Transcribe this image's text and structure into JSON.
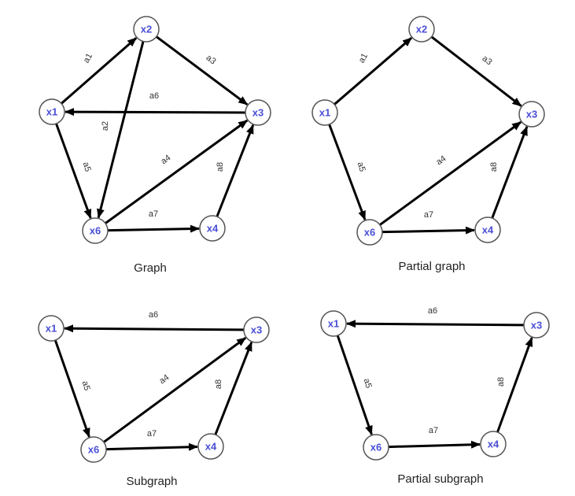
{
  "colors": {
    "node_stroke": "#555555",
    "node_fill": "#ffffff",
    "node_label": "#4a4fd6",
    "edge": "#000000",
    "edge_label": "#333333"
  },
  "panels": [
    {
      "caption": "Graph",
      "nodes": [
        "x1",
        "x2",
        "x3",
        "x4",
        "x6"
      ],
      "edges": [
        {
          "label": "a1",
          "from": "x1",
          "to": "x2"
        },
        {
          "label": "a2",
          "from": "x2",
          "to": "x6"
        },
        {
          "label": "a3",
          "from": "x2",
          "to": "x3"
        },
        {
          "label": "a4",
          "from": "x6",
          "to": "x3"
        },
        {
          "label": "a5",
          "from": "x1",
          "to": "x6"
        },
        {
          "label": "a6",
          "from": "x3",
          "to": "x1"
        },
        {
          "label": "a7",
          "from": "x6",
          "to": "x4"
        },
        {
          "label": "a8",
          "from": "x4",
          "to": "x3"
        }
      ]
    },
    {
      "caption": "Partial graph",
      "nodes": [
        "x1",
        "x2",
        "x3",
        "x4",
        "x6"
      ],
      "edges": [
        {
          "label": "a1",
          "from": "x1",
          "to": "x2"
        },
        {
          "label": "a3",
          "from": "x2",
          "to": "x3"
        },
        {
          "label": "a4",
          "from": "x6",
          "to": "x3"
        },
        {
          "label": "a5",
          "from": "x1",
          "to": "x6"
        },
        {
          "label": "a7",
          "from": "x6",
          "to": "x4"
        },
        {
          "label": "a8",
          "from": "x4",
          "to": "x3"
        }
      ]
    },
    {
      "caption": "Subgraph",
      "nodes": [
        "x1",
        "x3",
        "x4",
        "x6"
      ],
      "edges": [
        {
          "label": "a4",
          "from": "x6",
          "to": "x3"
        },
        {
          "label": "a5",
          "from": "x1",
          "to": "x6"
        },
        {
          "label": "a6",
          "from": "x3",
          "to": "x1"
        },
        {
          "label": "a7",
          "from": "x6",
          "to": "x4"
        },
        {
          "label": "a8",
          "from": "x4",
          "to": "x3"
        }
      ]
    },
    {
      "caption": "Partial subgraph",
      "nodes": [
        "x1",
        "x3",
        "x4",
        "x6"
      ],
      "edges": [
        {
          "label": "a5",
          "from": "x1",
          "to": "x6"
        },
        {
          "label": "a6",
          "from": "x3",
          "to": "x1"
        },
        {
          "label": "a7",
          "from": "x6",
          "to": "x4"
        },
        {
          "label": "a8",
          "from": "x4",
          "to": "x3"
        }
      ]
    }
  ]
}
